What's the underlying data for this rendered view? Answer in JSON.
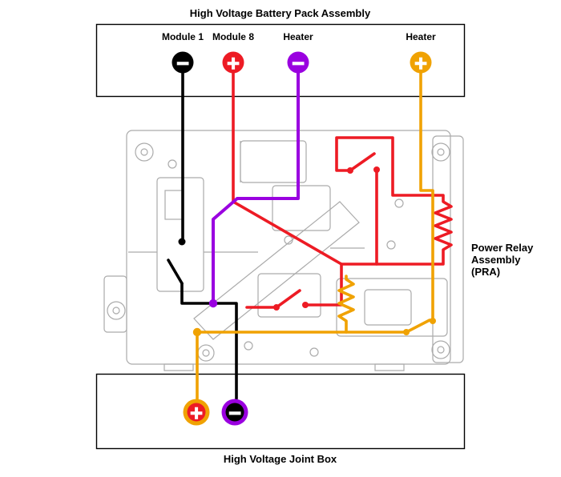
{
  "colors": {
    "black": "#000000",
    "red": "#ED1B24",
    "purple": "#9A00E0",
    "orange": "#F0A202",
    "gray": "#ABABAB",
    "sign_white": "#FFFFFF"
  },
  "diagram": {
    "battery_pack_title": "High Voltage Battery Pack Assembly",
    "joint_box_title": "High Voltage Joint Box",
    "pra_label_lines": [
      "Power Relay",
      "Assembly",
      "(PRA)"
    ],
    "terminals_top": [
      {
        "label": "Module 1",
        "sign": "−"
      },
      {
        "label": "Module 8",
        "sign": "+"
      },
      {
        "label": "Heater",
        "sign": "−"
      },
      {
        "label": "Heater",
        "sign": "+"
      }
    ],
    "terminals_bottom": [
      {
        "sign": "+"
      },
      {
        "sign": "−"
      }
    ]
  }
}
